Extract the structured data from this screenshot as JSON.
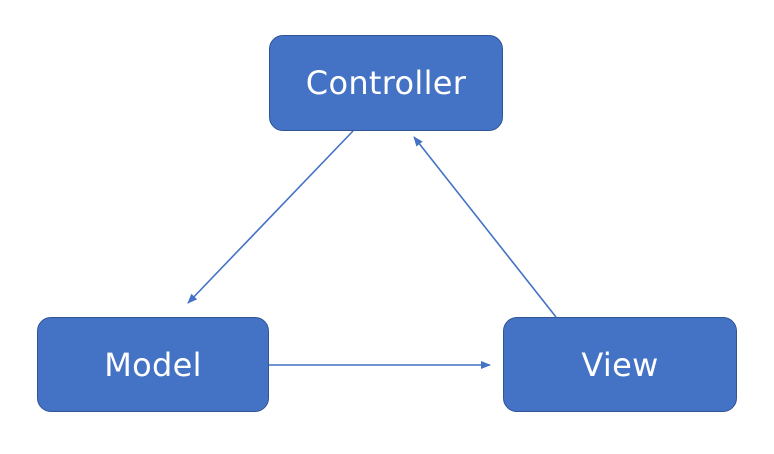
{
  "diagram": {
    "nodes": {
      "controller": {
        "label": "Controller"
      },
      "model": {
        "label": "Model"
      },
      "view": {
        "label": "View"
      }
    },
    "edges": [
      {
        "from": "controller",
        "to": "model"
      },
      {
        "from": "model",
        "to": "view"
      },
      {
        "from": "view",
        "to": "controller"
      }
    ],
    "colors": {
      "node_fill": "#4472c4",
      "node_border": "#2f5597",
      "node_text": "#ffffff",
      "arrow": "#4472c4"
    }
  }
}
